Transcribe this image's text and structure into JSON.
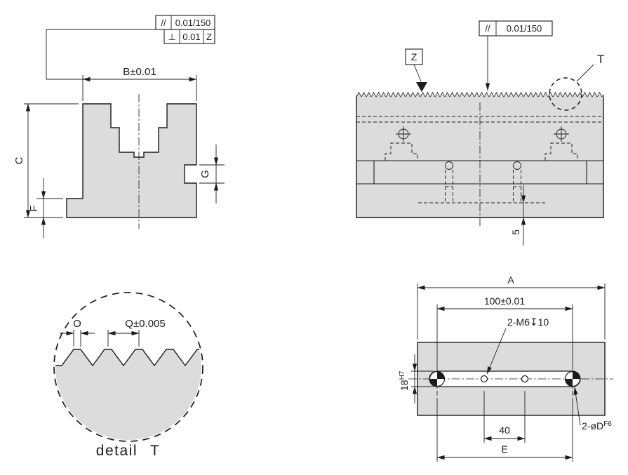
{
  "colors": {
    "part_fill": "#dcdcdc",
    "line": "#1c1c1c",
    "background": "#ffffff"
  },
  "section_view": {
    "fcf_parallelism": {
      "symbol": "//",
      "tolerance": "0.01/150"
    },
    "fcf_perpendicularity": {
      "symbol": "⊥",
      "tolerance": "0.01",
      "datum": "Z"
    },
    "dim_width": "B±0.01",
    "dim_height": "C",
    "dim_foot": "F",
    "dim_groove": "G"
  },
  "front_view": {
    "fcf_parallelism": {
      "symbol": "//",
      "tolerance": "0.01/150"
    },
    "datum_flag": "Z",
    "detail_marker": "T",
    "dim_depth": "5"
  },
  "detail_view": {
    "dim_o": "O",
    "dim_q": "Q±0.005",
    "caption_word": "detail",
    "caption_letter": "T"
  },
  "plan_view": {
    "dim_a": "A",
    "dim_holes": "100±0.01",
    "callout_tapped": "2-M6↧10",
    "dim_slot": "18",
    "dim_slot_fit": "H7",
    "dim_small_holes": "40",
    "dim_e": "E",
    "callout_dowel": "2-øD",
    "callout_dowel_fit": "F6"
  }
}
